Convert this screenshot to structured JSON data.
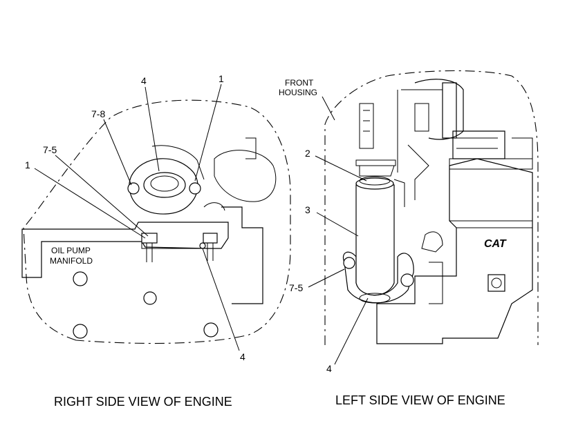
{
  "left_view": {
    "caption": "RIGHT SIDE VIEW OF ENGINE",
    "component_label_line1": "OIL PUMP",
    "component_label_line2": "MANIFOLD",
    "callouts": [
      "4",
      "1",
      "7-8",
      "7-5",
      "1",
      "4"
    ]
  },
  "right_view": {
    "caption": "LEFT SIDE VIEW OF ENGINE",
    "front_label_line1": "FRONT",
    "front_label_line2": "HOUSING",
    "callouts": [
      "2",
      "3",
      "7-5",
      "4"
    ],
    "logo_text": "CAT"
  }
}
